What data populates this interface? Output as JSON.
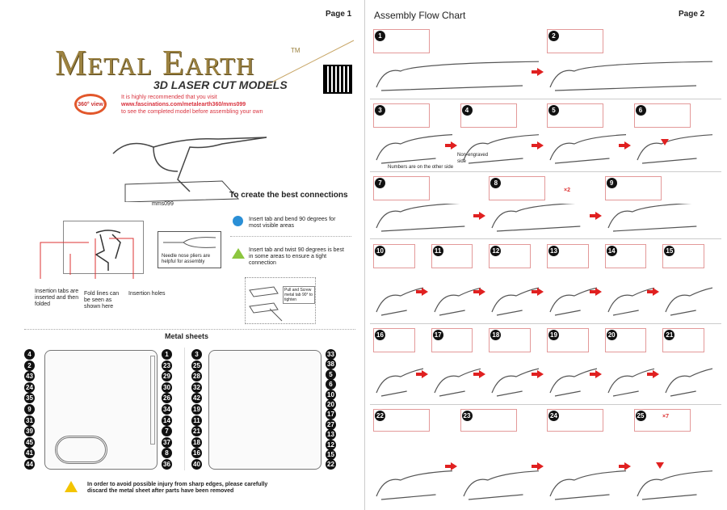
{
  "page1": {
    "page_label": "Page 1",
    "logo": "Metal Earth",
    "trademark": "TM",
    "subtitle": "3D LASER CUT MODELS",
    "view360": "360° view",
    "recommend": [
      "It is highly recommended that you visit",
      "www.fascinations.com/metalearth360/mms099",
      "to see the completed model before assembling your own"
    ],
    "model_code": "mms099",
    "connections_title": "To create the best connections",
    "legend_circle": "Insert tab and bend 90 degrees for most visible areas",
    "legend_triangle": "Insert tab and twist 90 degrees is best in some areas to ensure a tight connection",
    "pliers_note": "Needle nose pliers are helpful for assembly",
    "screw_note": "Pull and Screw metal tab 90° to tighten",
    "callouts": [
      "Insertion tabs are inserted and then folded",
      "Fold lines can be seen as shown here",
      "Insertion holes"
    ],
    "metal_sheets_title": "Metal sheets",
    "sheet1_left": [
      "4",
      "2",
      "43",
      "24",
      "35",
      "9",
      "31",
      "39",
      "45",
      "41",
      "44"
    ],
    "sheet1_right": [
      "1",
      "23",
      "29",
      "30",
      "26",
      "34",
      "14",
      "7",
      "37",
      "8",
      "36"
    ],
    "sheet2_left": [
      "3",
      "25",
      "28",
      "32",
      "42",
      "19",
      "11",
      "21",
      "18",
      "16",
      "40"
    ],
    "sheet2_right": [
      "33",
      "38",
      "5",
      "6",
      "10",
      "20",
      "17",
      "27",
      "13",
      "12",
      "15",
      "22"
    ],
    "warning": "In order to avoid possible injury from sharp edges, please carefully discard the metal sheet after parts have been removed",
    "colors": {
      "circle": "#2a8fd6",
      "triangle": "#8cc63f",
      "red": "#d9333f",
      "gold": "#9c8240"
    }
  },
  "page2": {
    "title": "Assembly Flow Chart",
    "page_label": "Page 2",
    "rows": [
      [
        "1",
        "2"
      ],
      [
        "3",
        "4",
        "5",
        "6"
      ],
      [
        "7",
        "8",
        "9"
      ],
      [
        "10",
        "11",
        "12",
        "13",
        "14",
        "15"
      ],
      [
        "16",
        "17",
        "18",
        "19",
        "20",
        "21"
      ],
      [
        "22",
        "23",
        "24",
        "25"
      ]
    ],
    "multipliers": {
      "x2": "×2",
      "x7": "×7"
    },
    "notes": {
      "numbers_other_side": "Numbers are on the other side",
      "non_engraved": "Non-engraved side"
    }
  }
}
